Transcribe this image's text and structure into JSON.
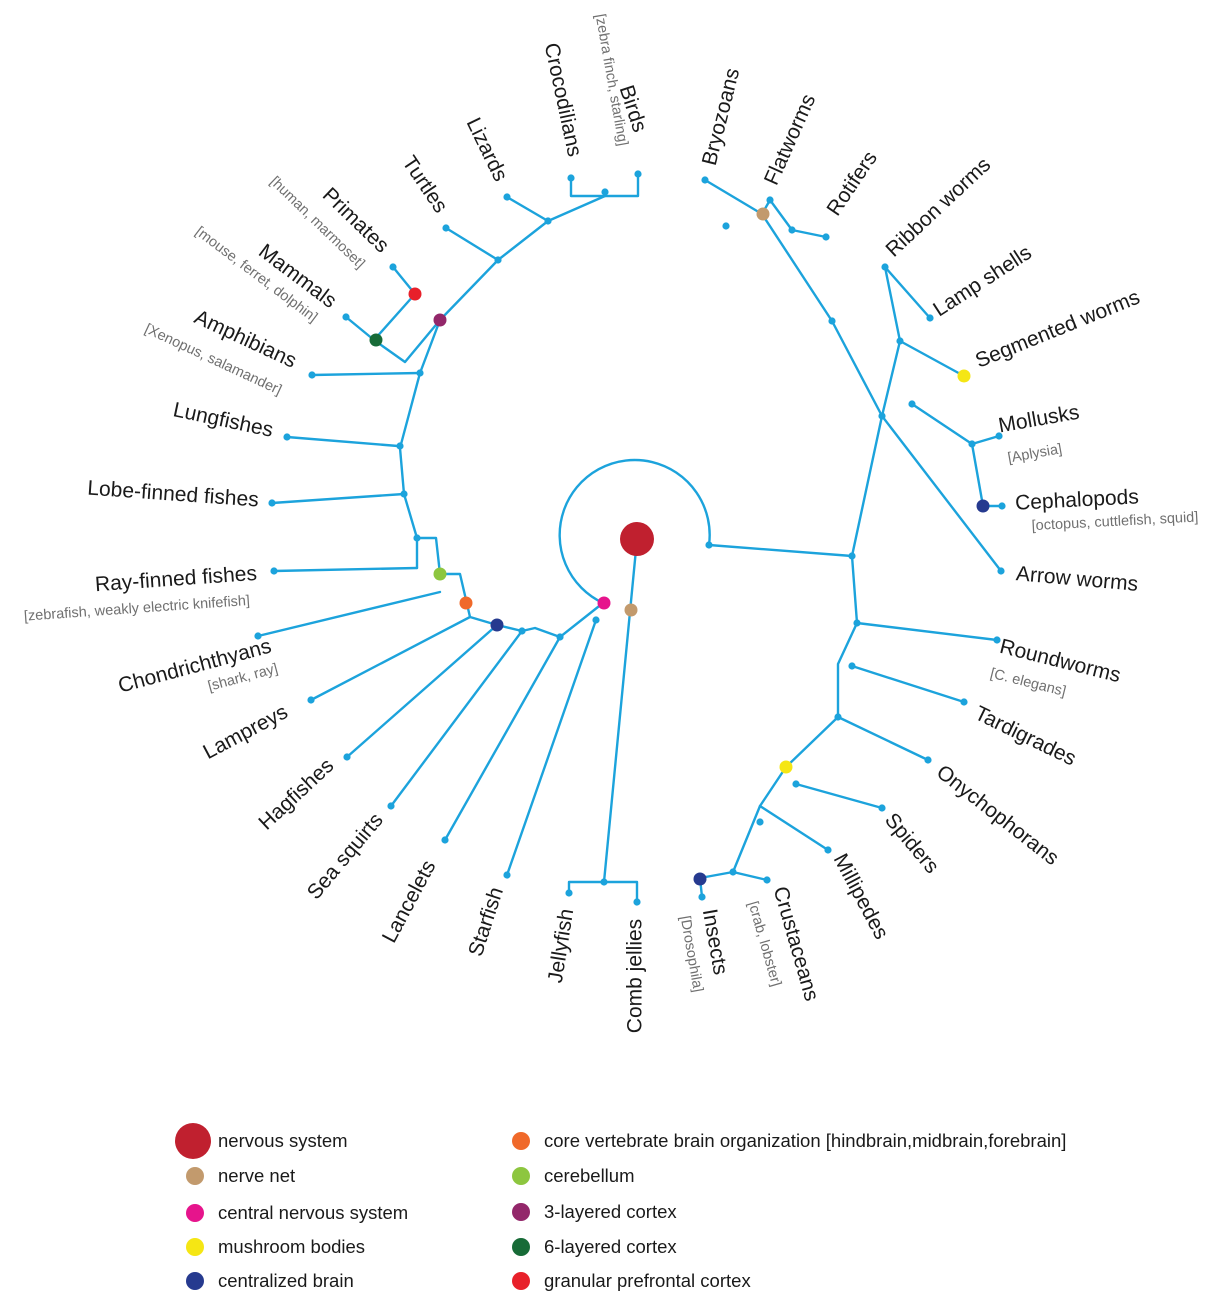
{
  "colors": {
    "branch": "#1ca3dc",
    "nervous_system": "#c0202f",
    "nerve_net": "#c29a6d",
    "central_nervous_system": "#e6148c",
    "mushroom_bodies": "#f5e614",
    "centralized_brain": "#263a8f",
    "core_vertebrate_brain": "#f0692a",
    "cerebellum": "#8dc63f",
    "three_layered_cortex": "#93276a",
    "six_layered_cortex": "#176b37",
    "granular_prefrontal_cortex": "#e8202a"
  },
  "taxa": [
    {
      "key": "birds",
      "label": "Birds",
      "note": "[zebra finch, starling]"
    },
    {
      "key": "crocodilians",
      "label": "Crocodilians",
      "note": ""
    },
    {
      "key": "lizards",
      "label": "Lizards",
      "note": ""
    },
    {
      "key": "turtles",
      "label": "Turtles",
      "note": ""
    },
    {
      "key": "primates",
      "label": "Primates",
      "note": "[human, marmoset]"
    },
    {
      "key": "mammals",
      "label": "Mammals",
      "note": "[mouse, ferret, dolphin]"
    },
    {
      "key": "amphibians",
      "label": "Amphibians",
      "note": "[Xenopus, salamander]"
    },
    {
      "key": "lungfishes",
      "label": "Lungfishes",
      "note": ""
    },
    {
      "key": "lobe_finned",
      "label": "Lobe-finned fishes",
      "note": ""
    },
    {
      "key": "ray_finned",
      "label": "Ray-finned fishes",
      "note": "[zebrafish, weakly electric knifefish]"
    },
    {
      "key": "chondrichthyans",
      "label": "Chondrichthyans",
      "note": "[shark, ray]"
    },
    {
      "key": "lampreys",
      "label": "Lampreys",
      "note": ""
    },
    {
      "key": "hagfishes",
      "label": "Hagfishes",
      "note": ""
    },
    {
      "key": "sea_squirts",
      "label": "Sea squirts",
      "note": ""
    },
    {
      "key": "lancelets",
      "label": "Lancelets",
      "note": ""
    },
    {
      "key": "starfish",
      "label": "Starfish",
      "note": ""
    },
    {
      "key": "jellyfish",
      "label": "Jellyfish",
      "note": ""
    },
    {
      "key": "comb_jellies",
      "label": "Comb jellies",
      "note": ""
    },
    {
      "key": "insects",
      "label": "Insects",
      "note": "[Drosophila]"
    },
    {
      "key": "crustaceans",
      "label": "Crustaceans",
      "note": "[crab, lobster]"
    },
    {
      "key": "millipedes",
      "label": "Millipedes",
      "note": ""
    },
    {
      "key": "spiders",
      "label": "Spiders",
      "note": ""
    },
    {
      "key": "onychophorans",
      "label": "Onychophorans",
      "note": ""
    },
    {
      "key": "tardigrades",
      "label": "Tardigrades",
      "note": ""
    },
    {
      "key": "roundworms",
      "label": "Roundworms",
      "note": "[C. elegans]"
    },
    {
      "key": "arrow_worms",
      "label": "Arrow worms",
      "note": ""
    },
    {
      "key": "cephalopods",
      "label": "Cephalopods",
      "note": "[octopus, cuttlefish, squid]"
    },
    {
      "key": "mollusks",
      "label": "Mollusks",
      "note": "[Aplysia]"
    },
    {
      "key": "segmented_worms",
      "label": "Segmented worms",
      "note": ""
    },
    {
      "key": "lamp_shells",
      "label": "Lamp shells",
      "note": ""
    },
    {
      "key": "ribbon_worms",
      "label": "Ribbon worms",
      "note": ""
    },
    {
      "key": "rotifers",
      "label": "Rotifers",
      "note": ""
    },
    {
      "key": "flatworms",
      "label": "Flatworms",
      "note": ""
    },
    {
      "key": "bryozoans",
      "label": "Bryozoans",
      "note": ""
    }
  ],
  "legend": [
    {
      "key": "nervous_system",
      "label": "nervous system"
    },
    {
      "key": "nerve_net",
      "label": "nerve net"
    },
    {
      "key": "central_nervous_system",
      "label": "central nervous system"
    },
    {
      "key": "mushroom_bodies",
      "label": "mushroom bodies"
    },
    {
      "key": "centralized_brain",
      "label": "centralized brain"
    },
    {
      "key": "core_vertebrate_brain",
      "label": "core vertebrate brain organization [hindbrain,midbrain,forebrain]"
    },
    {
      "key": "cerebellum",
      "label": "cerebellum"
    },
    {
      "key": "three_layered_cortex",
      "label": "3-layered cortex"
    },
    {
      "key": "six_layered_cortex",
      "label": "6-layered cortex"
    },
    {
      "key": "granular_prefrontal_cortex",
      "label": "granular prefrontal cortex"
    }
  ]
}
